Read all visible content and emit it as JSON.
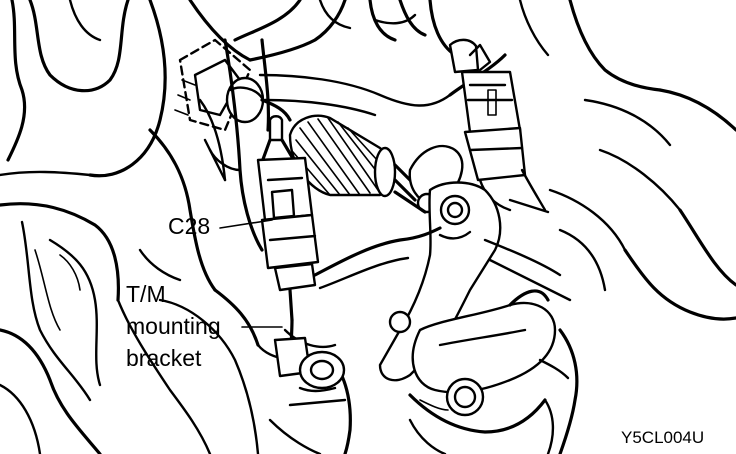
{
  "labels": {
    "connector": "C28",
    "bracket_line1": "T/M",
    "bracket_line2": "mounting",
    "bracket_line3": "bracket"
  },
  "figure_code": "Y5CL004U"
}
